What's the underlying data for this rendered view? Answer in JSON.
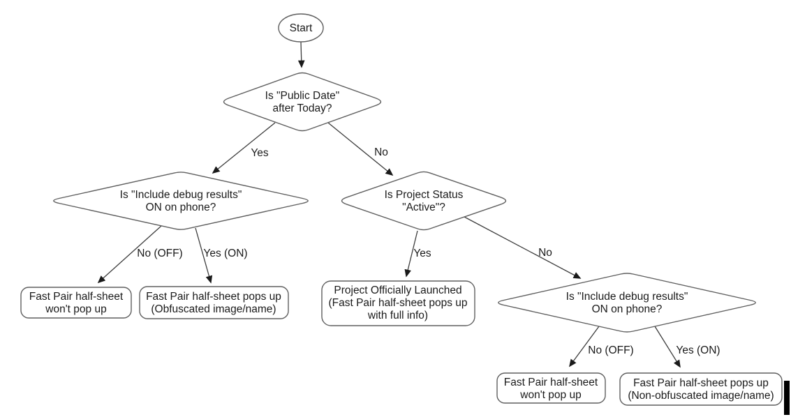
{
  "diagram": {
    "kind": "flowchart",
    "colors": {
      "background": "#ffffff",
      "shape_fill": "#ffffff",
      "shape_stroke": "#5f5f5f",
      "edge_stroke": "#3c3c3c",
      "text": "#1a1a1a",
      "cursor_bar": "#000000"
    },
    "nodes": {
      "start": {
        "label": "Start"
      },
      "public_date_decision": {
        "line1": "Is \"Public Date\"",
        "line2": "after Today?"
      },
      "debug_left_decision": {
        "line1": "Is \"Include debug results\"",
        "line2": "ON on phone?"
      },
      "project_status_decision": {
        "line1": "Is Project Status",
        "line2": "\"Active\"?"
      },
      "debug_right_decision": {
        "line1": "Is \"Include debug results\"",
        "line2": "ON on phone?"
      },
      "left_off_result": {
        "line1": "Fast Pair half-sheet",
        "line2": "won't pop up"
      },
      "left_on_result": {
        "line1": "Fast Pair half-sheet pops up",
        "line2": "(Obfuscated image/name)"
      },
      "launched_result": {
        "line1": "Project Officially Launched",
        "line2": "(Fast Pair half-sheet pops up",
        "line3": "with full info)"
      },
      "right_off_result": {
        "line1": "Fast Pair half-sheet",
        "line2": "won't pop up"
      },
      "right_on_result": {
        "line1": "Fast Pair half-sheet pops up",
        "line2": "(Non-obfuscated image/name)"
      }
    },
    "edge_labels": {
      "d1_yes": "Yes",
      "d1_no": "No",
      "d2_no": "No (OFF)",
      "d2_yes": "Yes (ON)",
      "d3_yes": "Yes",
      "d3_no": "No",
      "d4_no": "No (OFF)",
      "d4_yes": "Yes (ON)"
    }
  }
}
